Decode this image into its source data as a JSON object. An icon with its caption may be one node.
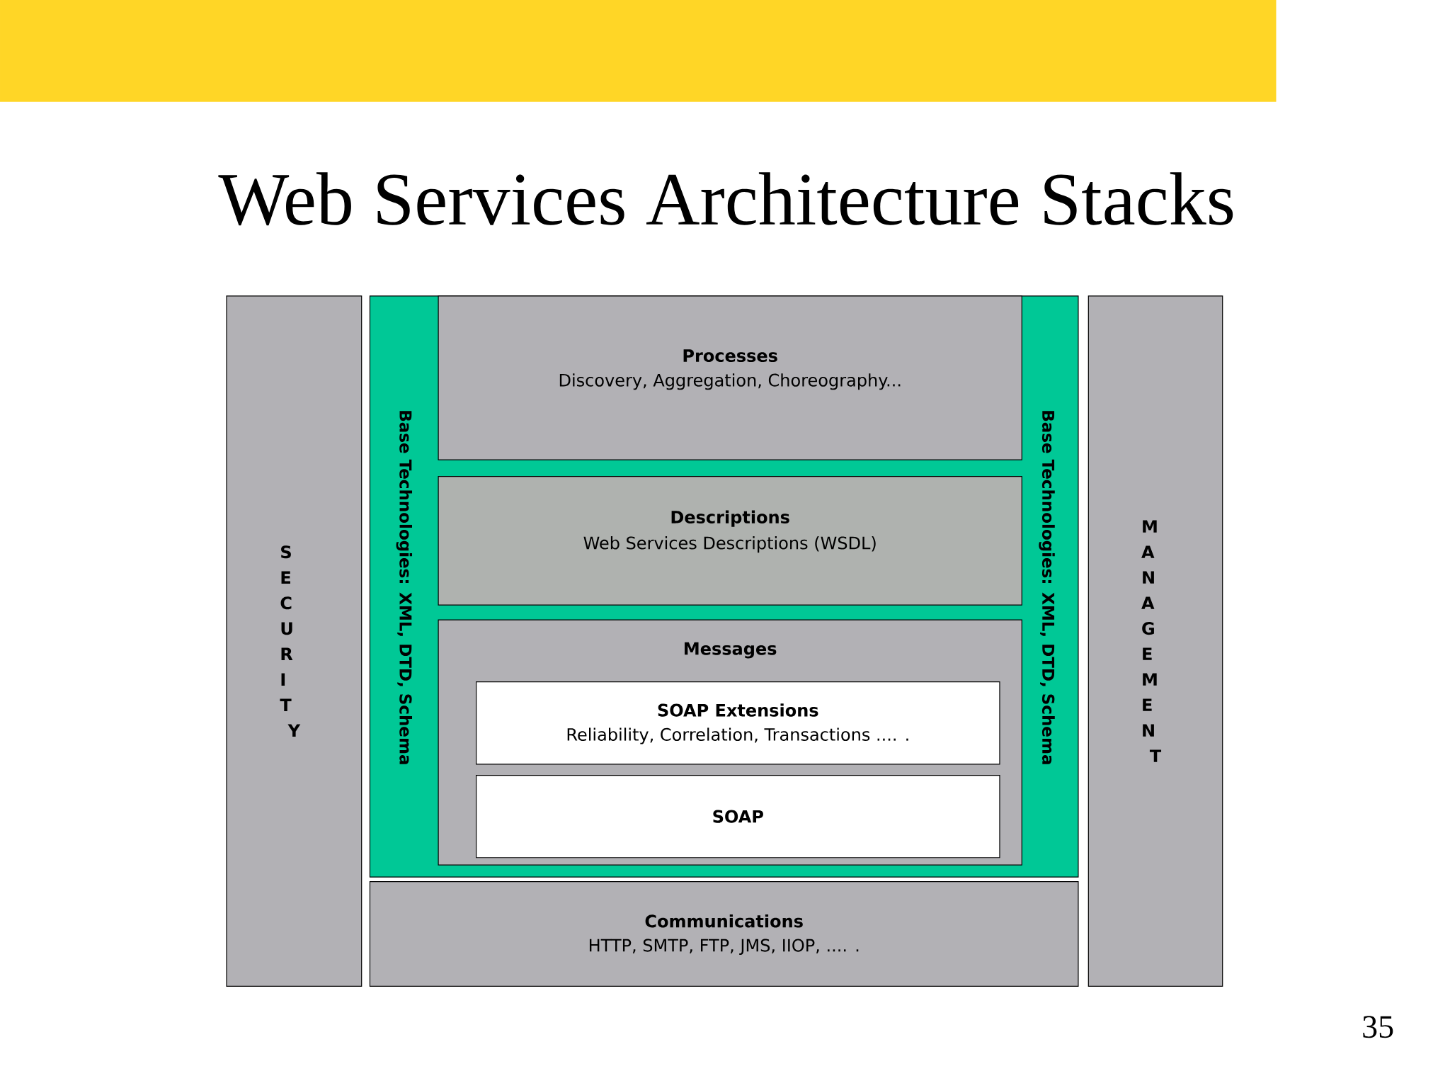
{
  "diagram": {
    "title": "Web Services Architecture Stacks",
    "nodes": [
      {
        "text": [
          "SECURITY"
        ]
      },
      {
        "text": [
          "Base Technologies: XML, DTD, Schema",
          "Base Technologies: XML, DTD, Schema"
        ]
      },
      {
        "text": [
          "Processes",
          "Discovery, Aggregation, Choreography..."
        ],
        "in": 1
      },
      {
        "text": [
          "Descriptions",
          "Web Services Descriptions (WSDL)"
        ],
        "in": 1
      },
      {
        "text": [
          "Messages"
        ],
        "in": 1
      },
      {
        "text": [
          "SOAP Extensions",
          "Reliability, Correlation, Transactions .... ."
        ],
        "in": 4
      },
      {
        "text": [
          "SOAP"
        ],
        "in": 4
      },
      {
        "text": [
          "Communications",
          "HTTP, SMTP, FTP, JMS, IIOP, .... ."
        ]
      },
      {
        "text": [
          "MANAGEMENT"
        ]
      }
    ],
    "labels": [
      "35"
    ]
  }
}
